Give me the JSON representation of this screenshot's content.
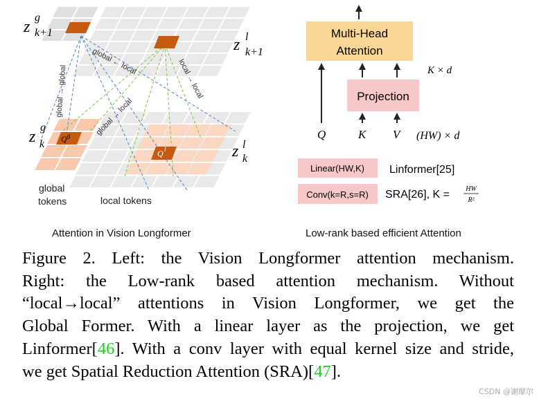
{
  "left": {
    "z_global_top": {
      "base": "z",
      "sup": "g",
      "sub": "k+1"
    },
    "z_local_top": {
      "base": "z",
      "sup": "l",
      "sub": "k+1"
    },
    "z_global_bottom": {
      "base": "z",
      "sup": "g",
      "sub": "k"
    },
    "z_local_bottom": {
      "base": "z",
      "sup": "l",
      "sub": "k"
    },
    "arrow_labels": {
      "global_from_local": "global ← local",
      "global_to_global": "global → global",
      "global_to_local": "global → local",
      "local_to_local": "local → local"
    },
    "query_global": {
      "base": "Q",
      "sup": "g"
    },
    "query_local": {
      "base": "Q",
      "sup": "l"
    },
    "global_tokens_line1": "global",
    "global_tokens_line2": "tokens",
    "local_tokens": "local tokens",
    "subtitle": "Attention in Vision Longformer"
  },
  "right": {
    "mha_line1": "Multi-Head",
    "mha_line2": "Attention",
    "projection": "Projection",
    "q": "Q",
    "k": "K",
    "v": "V",
    "kd": "K × d",
    "hwd": "(HW) × d",
    "linear_box": "Linear(HW,K)",
    "linformer": "Linformer[25]",
    "conv_box": "Conv(k=R,s=R)",
    "sra_prefix": "SRA[26], K =",
    "sra_num": "HW",
    "sra_den": "R²",
    "subtitle": "Low-rank based efficient Attention"
  },
  "caption": {
    "line1": "Figure 2. Left:  the Vision Longformer attention mechanism.",
    "line2": "Right:  the Low-rank based attention mechanism.   Without",
    "line3": "“local→local” attentions in Vision Longformer, we get the",
    "line4": "Global Former.  With a linear layer as the projection, we get",
    "line5_pre": "Linformer[",
    "ref1": "46",
    "line5_post": "]. With a conv layer with equal kernel size and stride,",
    "line6_pre": "we get Spatial Reduction Attention (SRA)[",
    "ref2": "47",
    "line6_post": "]."
  },
  "watermark": "CSDN @谢摩尔",
  "colors": {
    "grid": "#e6e6e6",
    "global_cell": "#f9c9ad",
    "highlight": "#c55a11",
    "mha_box": "#fbd694",
    "projection_box": "#f8c7c7",
    "dashed_blue": "#4a7fd0",
    "dashed_green": "#7fc241",
    "ref": "#22cc22"
  }
}
